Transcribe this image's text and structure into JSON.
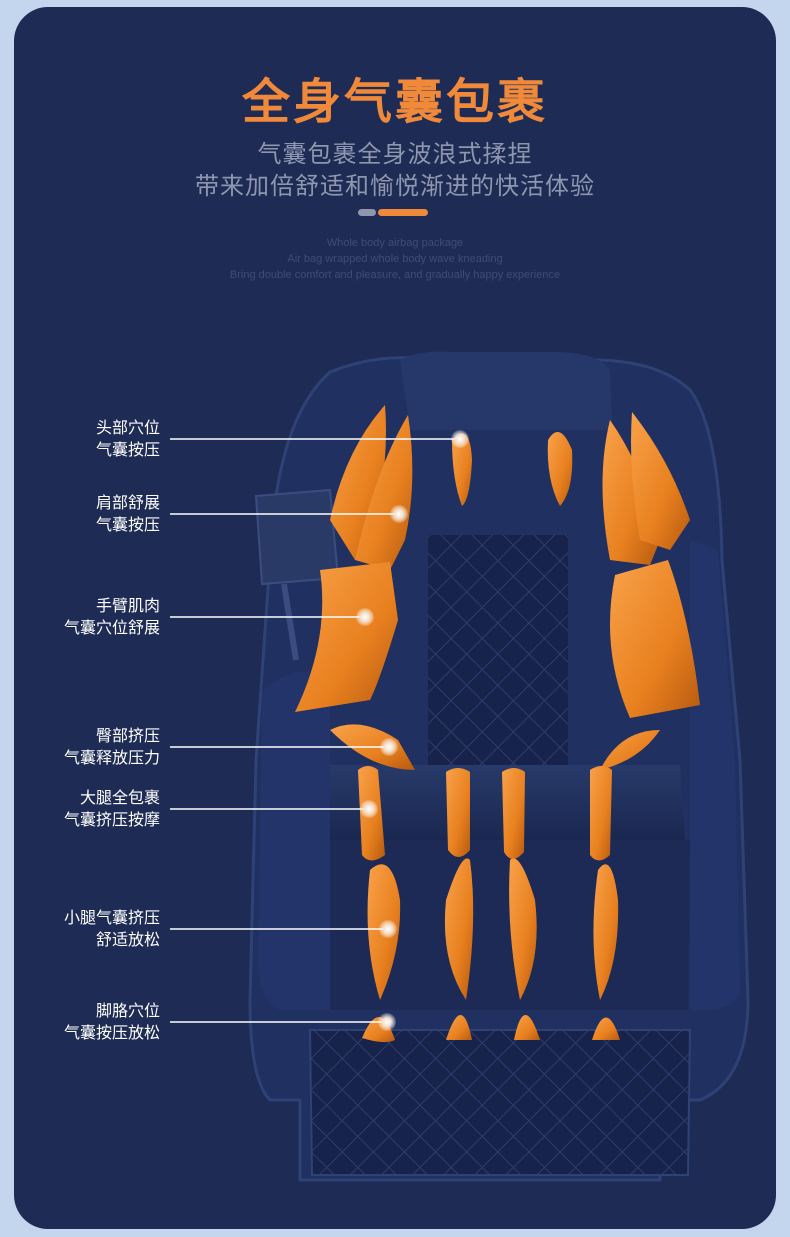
{
  "heading": {
    "title": "全身气囊包裹",
    "subtitle_line1": "气囊包裹全身波浪式揉捏",
    "subtitle_line2": "带来加倍舒适和愉悦渐进的快活体验",
    "en_line1": "Whole body airbag package",
    "en_line2": "Air bag wrapped whole body wave kneading",
    "en_line3": "Bring double comfort and pleasure, and gradually happy experience"
  },
  "callouts": [
    {
      "line1": "头部穴位",
      "line2": "气囊按压"
    },
    {
      "line1": "肩部舒展",
      "line2": "气囊按压"
    },
    {
      "line1": "手臂肌肉",
      "line2": "气囊穴位舒展"
    },
    {
      "line1": "臀部挤压",
      "line2": "气囊释放压力"
    },
    {
      "line1": "大腿全包裹",
      "line2": "气囊挤压按摩"
    },
    {
      "line1": "小腿气囊挤压",
      "line2": "舒适放松"
    },
    {
      "line1": "脚胳穴位",
      "line2": "气囊按压放松"
    }
  ],
  "colors": {
    "background": "#c4d5ee",
    "card": "#1d2b55",
    "accent": "#f08a3a",
    "airbag": "#e8801f",
    "chair": "#22325e"
  }
}
